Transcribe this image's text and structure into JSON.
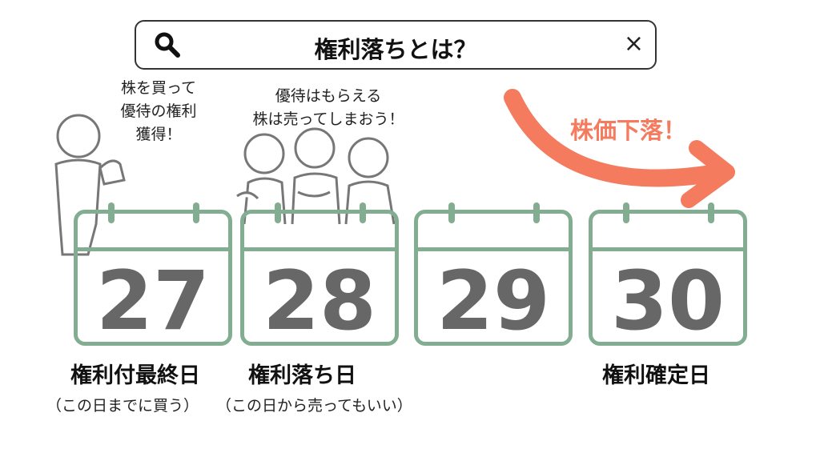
{
  "search": {
    "title": "権利落ちとは？",
    "icon": "search-icon",
    "close": "×"
  },
  "speech1": [
    "株を買って",
    "優待の権利",
    "獲得！"
  ],
  "speech2": [
    "優待はもらえる",
    "株は売ってしまおう！"
  ],
  "price_drop": "株価下落！",
  "calendars": [
    {
      "day": "27",
      "label": "権利付最終日",
      "note": "（この日までに買う）"
    },
    {
      "day": "28",
      "label": "権利落ち日",
      "note": "（この日から売ってもいい）"
    },
    {
      "day": "29",
      "label": "",
      "note": ""
    },
    {
      "day": "30",
      "label": "権利確定日",
      "note": ""
    }
  ],
  "colors": {
    "calendar": "#82ad91",
    "number": "#676767",
    "accent": "#f47b5e"
  }
}
